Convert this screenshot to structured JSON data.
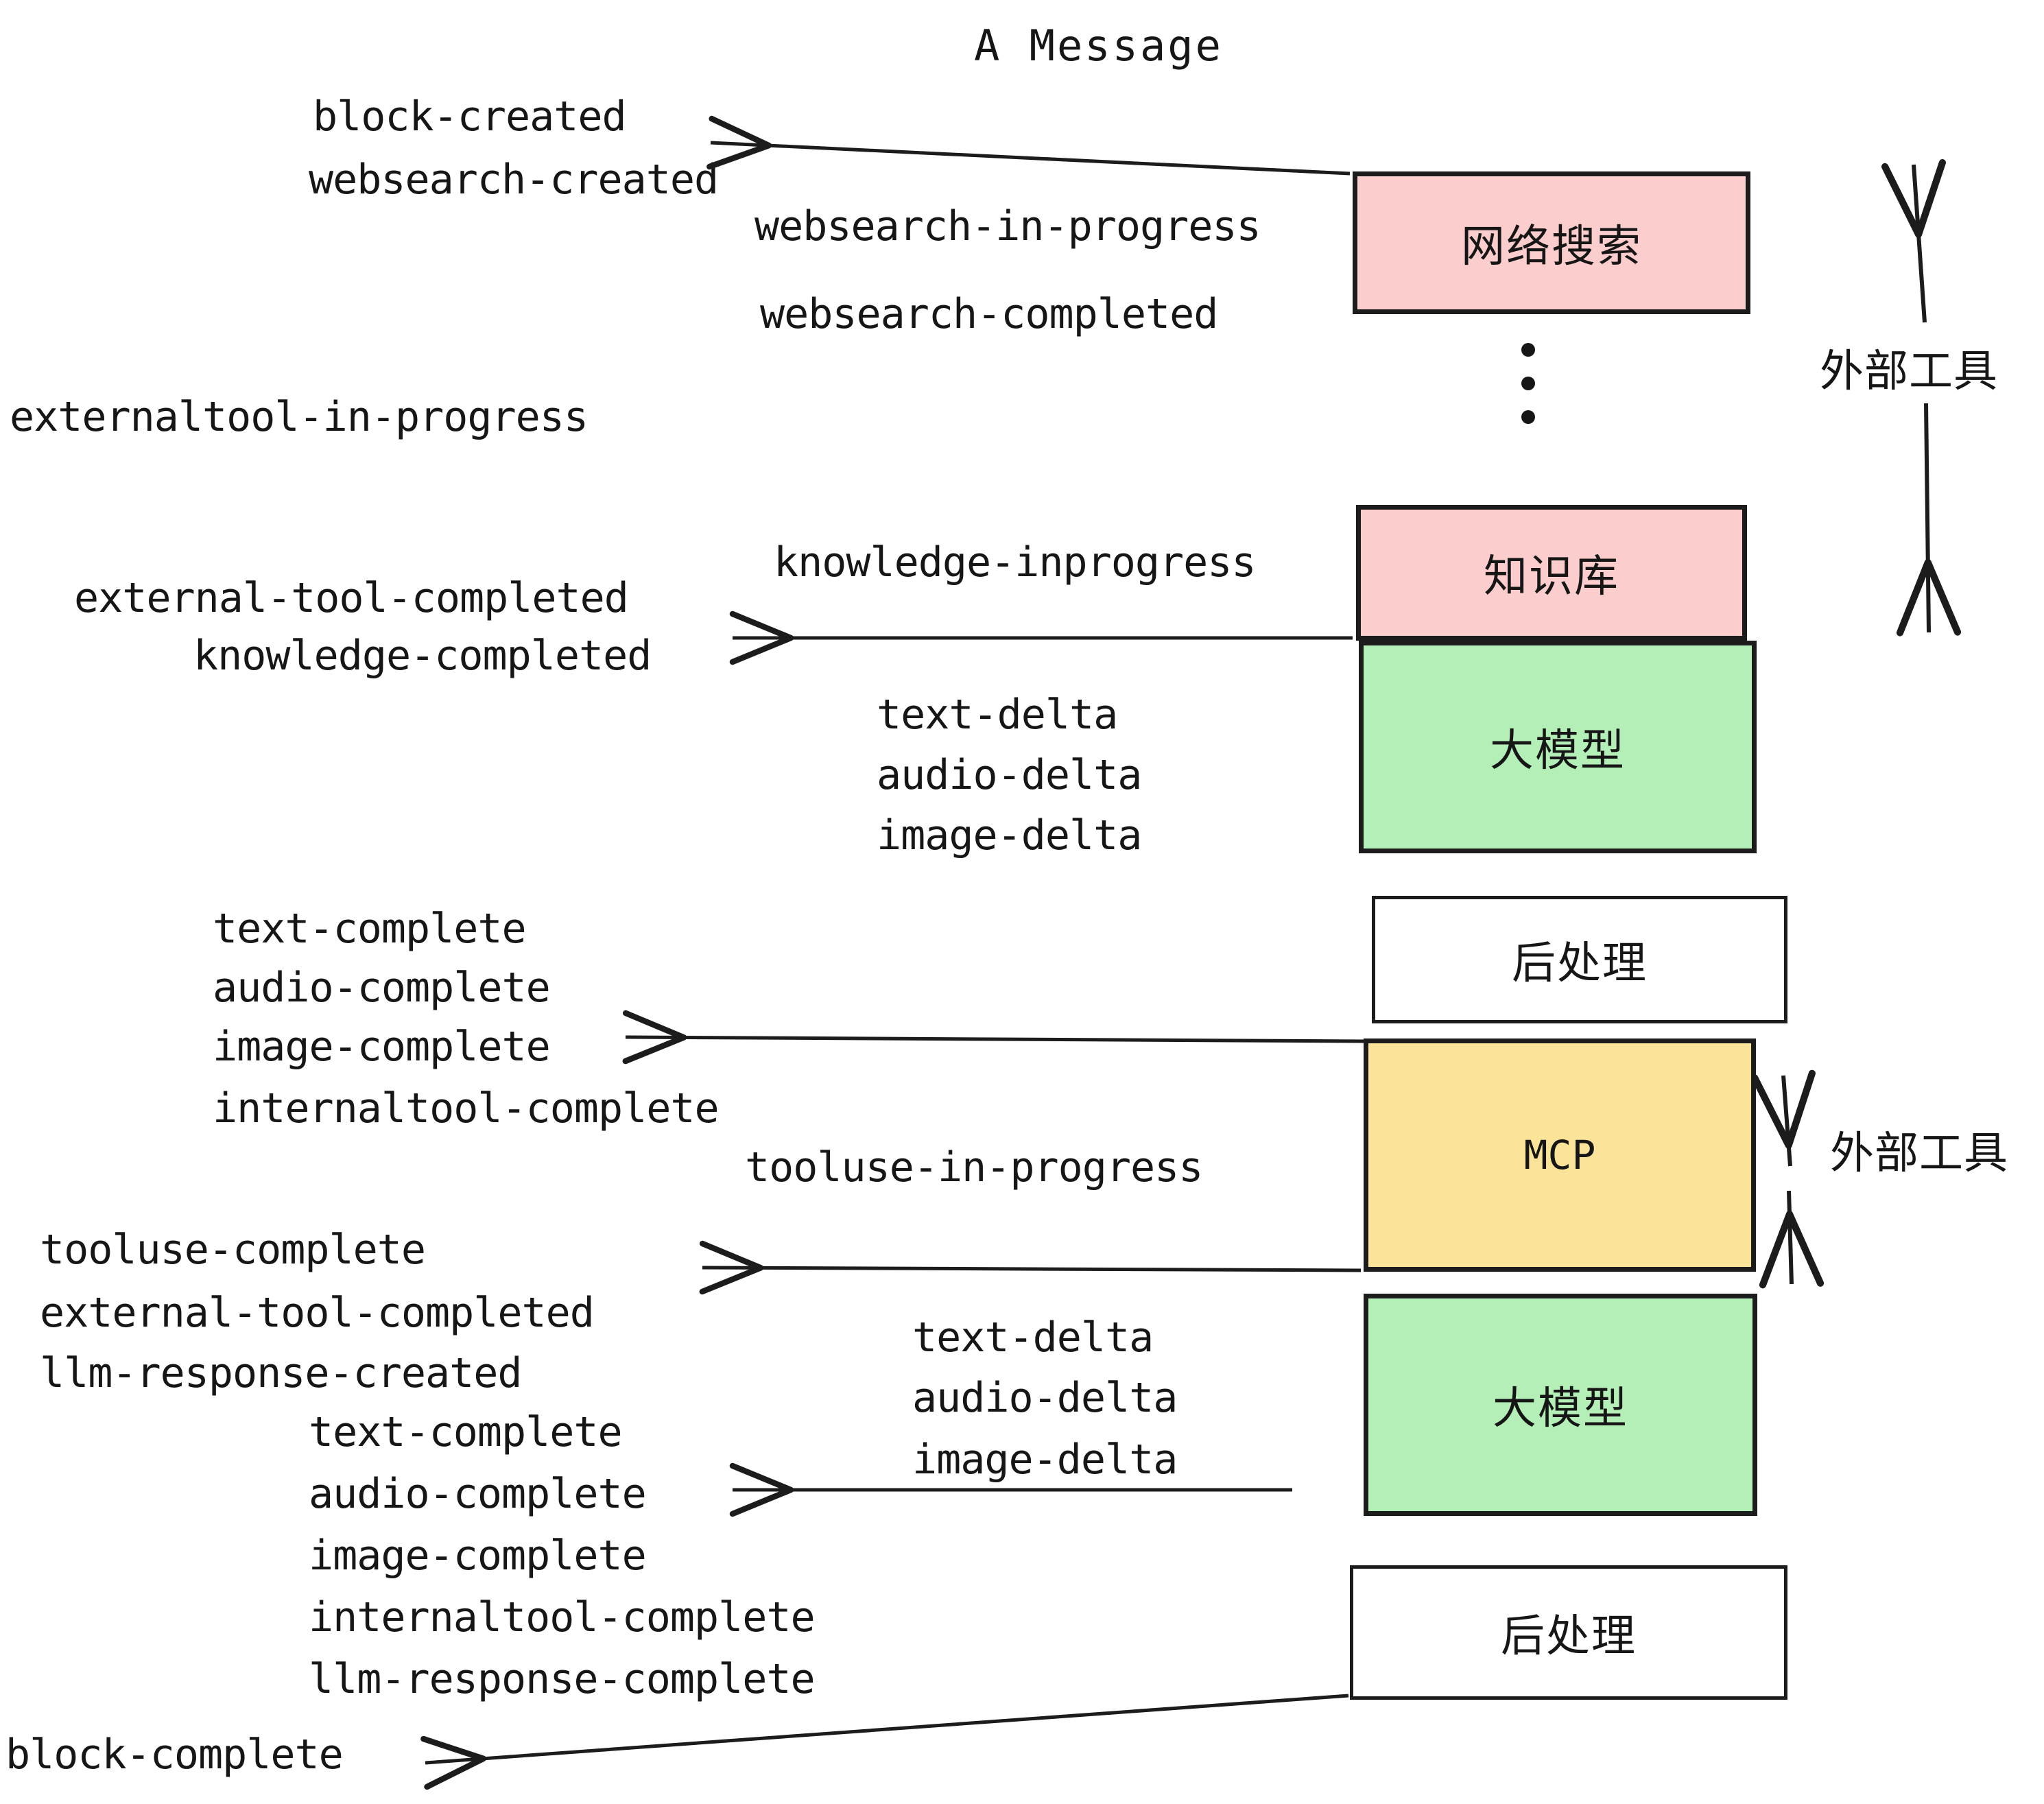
{
  "title": "A Message",
  "colors": {
    "pink": "#fbcdcd",
    "green": "#b4efb8",
    "yellow": "#fbe39a",
    "white": "#ffffff",
    "stroke": "#1c1c1c",
    "text": "#161616",
    "background": "#ffffff"
  },
  "boxes": [
    {
      "id": "websearch",
      "label": "网络搜索",
      "fill": "pink"
    },
    {
      "id": "knowledge",
      "label": "知识库",
      "fill": "pink"
    },
    {
      "id": "llm-1",
      "label": "大模型",
      "fill": "green"
    },
    {
      "id": "postprocess-1",
      "label": "后处理",
      "fill": "white"
    },
    {
      "id": "mcp",
      "label": "MCP",
      "fill": "yellow"
    },
    {
      "id": "llm-2",
      "label": "大模型",
      "fill": "green"
    },
    {
      "id": "postprocess-2",
      "label": "后处理",
      "fill": "white"
    }
  ],
  "side_labels": [
    {
      "id": "external-tool-top",
      "label": "外部工具"
    },
    {
      "id": "external-tool-bottom",
      "label": "外部工具"
    }
  ],
  "events": [
    {
      "id": "block-created",
      "label": "block-created"
    },
    {
      "id": "websearch-created",
      "label": "websearch-created"
    },
    {
      "id": "websearch-in-progress",
      "label": "websearch-in-progress"
    },
    {
      "id": "websearch-completed",
      "label": "websearch-completed"
    },
    {
      "id": "externaltool-in-progress",
      "label": "externaltool-in-progress"
    },
    {
      "id": "knowledge-inprogress",
      "label": "knowledge-inprogress"
    },
    {
      "id": "external-tool-completed-1",
      "label": "external-tool-completed"
    },
    {
      "id": "knowledge-completed",
      "label": "knowledge-completed"
    },
    {
      "id": "text-delta-1",
      "label": "text-delta"
    },
    {
      "id": "audio-delta-1",
      "label": "audio-delta"
    },
    {
      "id": "image-delta-1",
      "label": "image-delta"
    },
    {
      "id": "text-complete-1",
      "label": "text-complete"
    },
    {
      "id": "audio-complete-1",
      "label": "audio-complete"
    },
    {
      "id": "image-complete-1",
      "label": "image-complete"
    },
    {
      "id": "internaltool-complete-1",
      "label": "internaltool-complete"
    },
    {
      "id": "tooluse-in-progress",
      "label": "tooluse-in-progress"
    },
    {
      "id": "tooluse-complete",
      "label": "tooluse-complete"
    },
    {
      "id": "external-tool-completed-2",
      "label": "external-tool-completed"
    },
    {
      "id": "llm-response-created",
      "label": "llm-response-created"
    },
    {
      "id": "text-delta-2",
      "label": "text-delta"
    },
    {
      "id": "audio-delta-2",
      "label": "audio-delta"
    },
    {
      "id": "image-delta-2",
      "label": "image-delta"
    },
    {
      "id": "text-complete-2",
      "label": "text-complete"
    },
    {
      "id": "audio-complete-2",
      "label": "audio-complete"
    },
    {
      "id": "image-complete-2",
      "label": "image-complete"
    },
    {
      "id": "internaltool-complete-2",
      "label": "internaltool-complete"
    },
    {
      "id": "llm-response-complete",
      "label": "llm-response-complete"
    },
    {
      "id": "block-complete",
      "label": "block-complete"
    }
  ]
}
